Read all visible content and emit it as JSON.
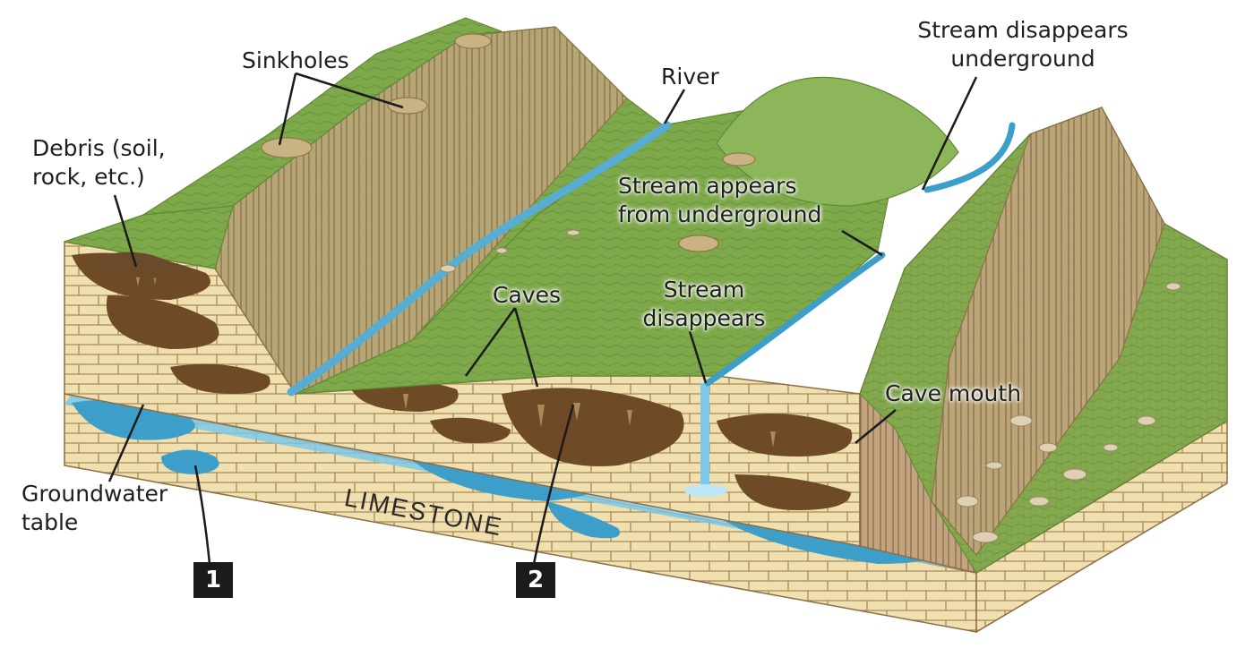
{
  "labels": {
    "sinkholes": "Sinkholes",
    "river": "River",
    "stream_disappears_underground": [
      "Stream disappears",
      "underground"
    ],
    "debris": [
      "Debris (soil,",
      "rock, etc.)"
    ],
    "stream_appears": [
      "Stream appears",
      "from underground"
    ],
    "caves": "Caves",
    "stream_disappears": [
      "Stream",
      "disappears"
    ],
    "cave_mouth": "Cave mouth",
    "groundwater_table": [
      "Groundwater",
      "table"
    ],
    "limestone": "LIMESTONE"
  },
  "markers": {
    "marker1": "1",
    "marker2": "2"
  },
  "colors": {
    "grass": "#7ea94a",
    "grass_dark": "#5f8a36",
    "limestone": "#f0e0b0",
    "limestone_line": "#a8895a",
    "cliff": "#b89a74",
    "cave": "#6e4a26",
    "water": "#3d9fc9",
    "water_light": "#7cc8e6"
  }
}
